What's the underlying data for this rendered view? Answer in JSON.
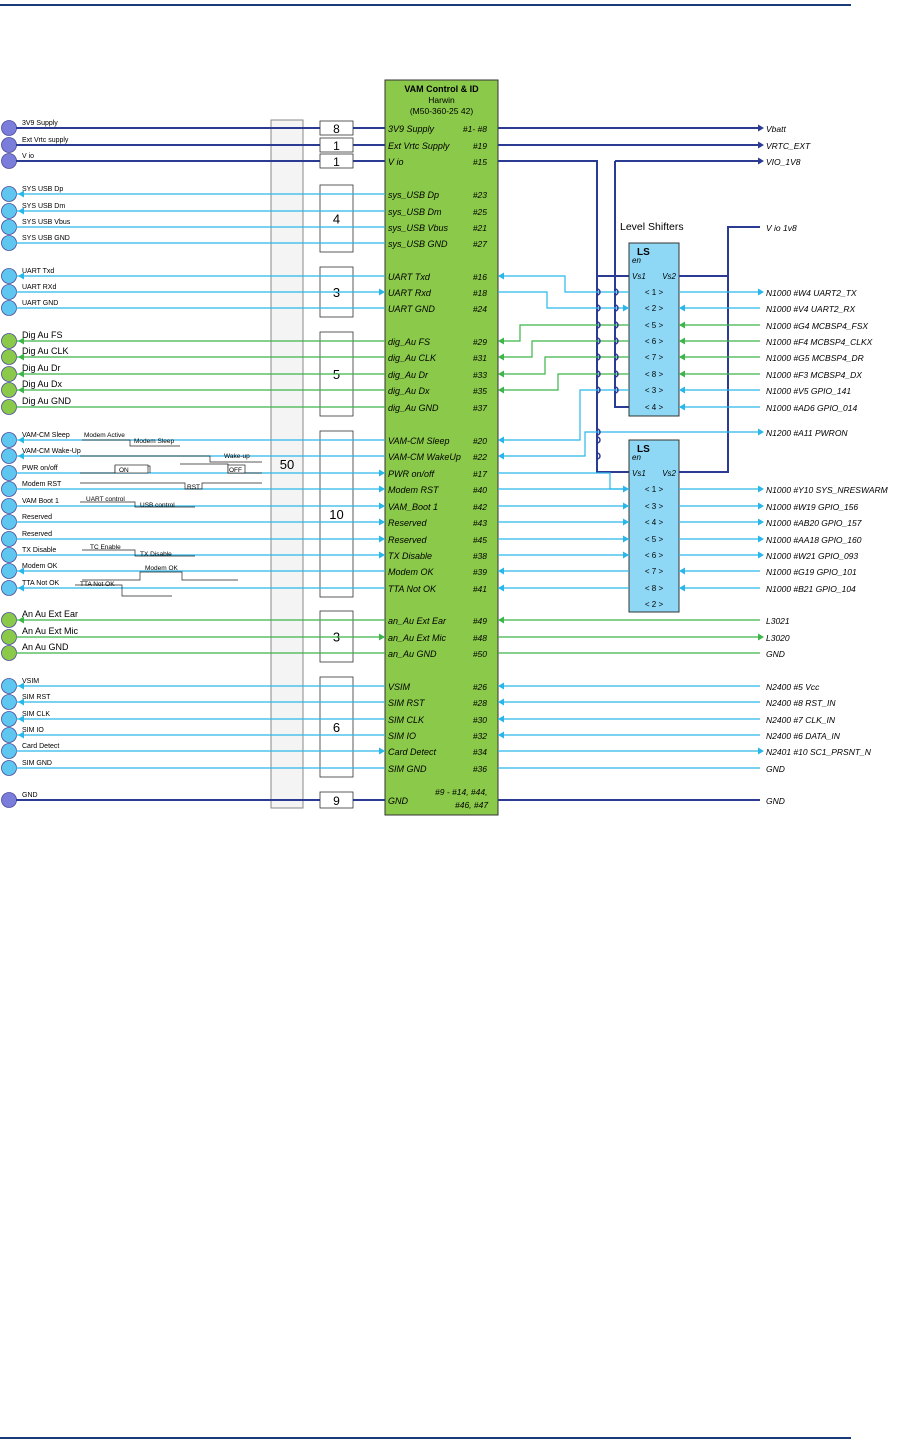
{
  "colors": {
    "power": "#2b3b93",
    "usb": "#29b7ea",
    "audio": "#3db54a",
    "connector_fill": "#8bc94a",
    "ls_fill": "#8ed8f5",
    "blue_dot": "#7b7ddb",
    "cyan_dot": "#5ec6ef",
    "green_dot": "#8bc94a"
  },
  "connector": {
    "title": "VAM Control & ID",
    "vendor": "Harwin",
    "part": "(M50-360-25 42)"
  },
  "center_count": "50",
  "level_shifters_title": "Level Shifters",
  "ls_label": "LS",
  "ls_pins": {
    "en": "en",
    "vs1": "Vs1",
    "vs2": "Vs2"
  },
  "top_rails": [
    {
      "left": "3V9 Supply",
      "count": "8",
      "signal": "3V9 Supply",
      "pin": "#1- #8",
      "right": "Vbatt"
    },
    {
      "left": "Ext Vrtc supply",
      "count": "1",
      "signal": "Ext Vrtc Supply",
      "pin": "#19",
      "right": "VRTC_EXT"
    },
    {
      "left": "V io",
      "count": "1",
      "signal": "V io",
      "pin": "#15",
      "right": "VIO_1V8"
    }
  ],
  "vio_1v8_label": "V io 1v8",
  "groups": [
    {
      "count": "4",
      "signals": [
        {
          "left": "SYS USB Dp",
          "signal": "sys_USB Dp",
          "pin": "#23"
        },
        {
          "left": "SYS USB Dm",
          "signal": "sys_USB Dm",
          "pin": "#25"
        },
        {
          "left": "SYS USB Vbus",
          "signal": "sys_USB Vbus",
          "pin": "#21"
        },
        {
          "left": "SYS USB GND",
          "signal": "sys_USB GND",
          "pin": "#27"
        }
      ]
    },
    {
      "count": "3",
      "signals": [
        {
          "left": "UART Txd",
          "signal": "UART Txd",
          "pin": "#16"
        },
        {
          "left": "UART RXd",
          "signal": "UART Rxd",
          "pin": "#18"
        },
        {
          "left": "UART GND",
          "signal": "UART GND",
          "pin": "#24"
        }
      ]
    },
    {
      "count": "5",
      "signals": [
        {
          "left": "Dig Au FS",
          "signal": "dig_Au FS",
          "pin": "#29"
        },
        {
          "left": "Dig Au CLK",
          "signal": "dig_Au CLK",
          "pin": "#31"
        },
        {
          "left": "Dig Au Dr",
          "signal": "dig_Au Dr",
          "pin": "#33"
        },
        {
          "left": "Dig Au Dx",
          "signal": "dig_Au Dx",
          "pin": "#35"
        },
        {
          "left": "Dig Au GND",
          "signal": "dig_Au GND",
          "pin": "#37"
        }
      ]
    },
    {
      "count": "10",
      "signals": [
        {
          "left": "VAM-CM Sleep",
          "signal": "VAM-CM Sleep",
          "pin": "#20"
        },
        {
          "left": "VAM-CM Wake-Up",
          "signal": "VAM-CM WakeUp",
          "pin": "#22"
        },
        {
          "left": "PWR on/off",
          "signal": "PWR on/off",
          "pin": "#17"
        },
        {
          "left": "Modem RST",
          "signal": "Modem RST",
          "pin": "#40"
        },
        {
          "left": "VAM Boot 1",
          "signal": "VAM_Boot 1",
          "pin": "#42"
        },
        {
          "left": "Reserved",
          "signal": "Reserved",
          "pin": "#43"
        },
        {
          "left": "Reserved",
          "signal": "Reserved",
          "pin": "#45"
        },
        {
          "left": "TX Disable",
          "signal": "TX Disable",
          "pin": "#38"
        },
        {
          "left": "Modem OK",
          "signal": "Modem OK",
          "pin": "#39"
        },
        {
          "left": "TTA Not OK",
          "signal": "TTA Not OK",
          "pin": "#41"
        }
      ]
    },
    {
      "count": "3",
      "signals": [
        {
          "left": "An Au Ext Ear",
          "signal": "an_Au Ext Ear",
          "pin": "#49"
        },
        {
          "left": "An Au Ext Mic",
          "signal": "an_Au Ext Mic",
          "pin": "#48"
        },
        {
          "left": "An Au GND",
          "signal": "an_Au GND",
          "pin": "#50"
        }
      ]
    },
    {
      "count": "6",
      "signals": [
        {
          "left": "VSIM",
          "signal": "VSIM",
          "pin": "#26"
        },
        {
          "left": "SIM RST",
          "signal": "SIM RST",
          "pin": "#28"
        },
        {
          "left": "SIM CLK",
          "signal": "SIM CLK",
          "pin": "#30"
        },
        {
          "left": "SIM IO",
          "signal": "SIM IO",
          "pin": "#32"
        },
        {
          "left": "Card Detect",
          "signal": "Card Detect",
          "pin": "#34"
        },
        {
          "left": "SIM GND",
          "signal": "SIM GND",
          "pin": "#36"
        }
      ]
    }
  ],
  "gnd_row": {
    "left": "GND",
    "count": "9",
    "signal": "GND",
    "pin": "#9 - #14, #44,",
    "pin2": "#46, #47",
    "right": "GND"
  },
  "ls1_channels": [
    "< 1 >",
    "< 2 >",
    "< 5 >",
    "< 6 >",
    "< 7 >",
    "< 8 >",
    "< 3 >",
    "< 4 >"
  ],
  "ls2_channels": [
    "< 1 >",
    "< 3 >",
    "< 4 >",
    "< 5 >",
    "< 6 >",
    "< 7 >",
    "< 8 >",
    "< 2 >"
  ],
  "right_labels_ls1": [
    "N1000 #W4 UART2_TX",
    "N1000 #V4 UART2_RX",
    "N1000 #G4 MCBSP4_FSX",
    "N1000 #F4 MCBSP4_CLKX",
    "N1000 #G5 MCBSP4_DR",
    "N1000 #F3 MCBSP4_DX",
    "N1000 #V5 GPIO_141",
    "N1000 #AD6 GPIO_014"
  ],
  "pwron_label": "N1200 #A11 PWRON",
  "right_labels_ls2": [
    "N1000 #Y10 SYS_NRESWARM",
    "N1000 #W19 GPIO_156",
    "N1000 #AB20 GPIO_157",
    "N1000 #AA18 GPIO_160",
    "N1000 #W21 GPIO_093",
    "N1000 #G19 GPIO_101",
    "N1000 #B21 GPIO_104"
  ],
  "audio_right": [
    "L3021",
    "L3020",
    "GND"
  ],
  "sim_right": [
    "N2400 #5 Vcc",
    "N2400 #8 RST_IN",
    "N2400 #7 CLK_IN",
    "N2400 #6 DATA_IN",
    "N2401 #10 SC1_PRSNT_N",
    "GND"
  ],
  "waveform_labels": [
    "Modem Active",
    "Modem Sleep",
    "Wake-up",
    "ON",
    "OFF",
    "RST",
    "UART control",
    "USB control",
    "TC Enable",
    "TX Disable",
    "Modem OK",
    "TTA Not OK"
  ]
}
